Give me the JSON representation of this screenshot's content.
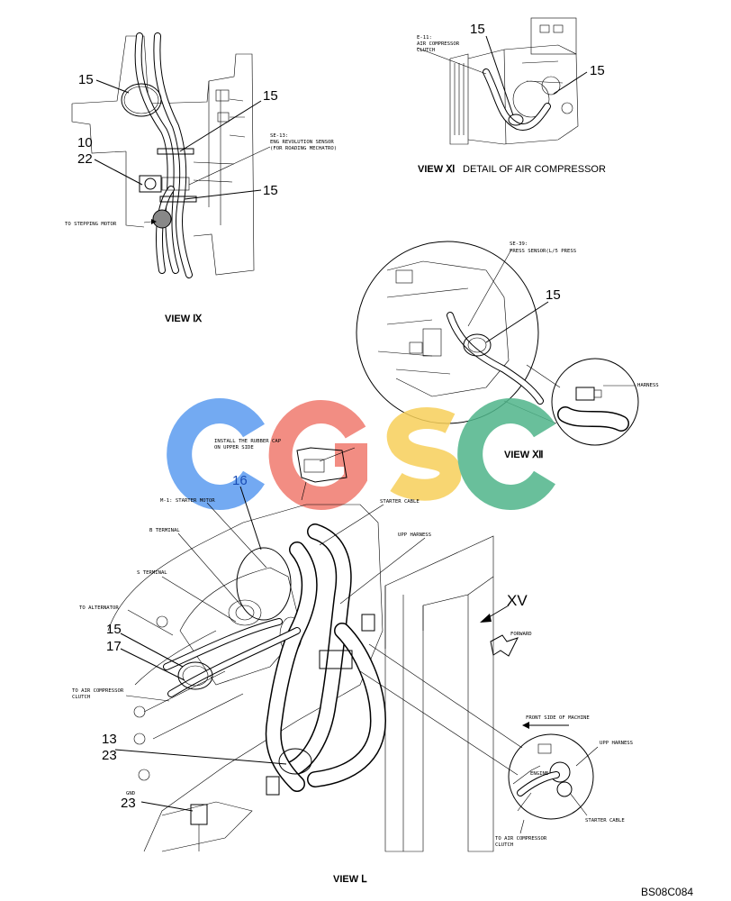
{
  "views": {
    "view_ix": {
      "title": "VIEW Ⅸ",
      "callouts": [
        "15",
        "15",
        "10",
        "22",
        "15"
      ],
      "notes": [
        "SE-13:",
        "ENG REVOLUTION SENSOR",
        "(FOR ROADING MECHATRO)",
        "TO STEPPING MOTOR"
      ]
    },
    "view_xi": {
      "title": "VIEW Ⅺ",
      "subtitle": "DETAIL OF AIR COMPRESSOR",
      "callouts": [
        "15",
        "15"
      ],
      "notes": [
        "E-11:",
        "AIR COMPRESSOR",
        "CLUTCH"
      ]
    },
    "view_xii": {
      "title": "VIEW Ⅻ",
      "callouts": [
        "15"
      ],
      "notes": [
        "SE-39:",
        "PRESS SENSOR(L/5 PRESS",
        "HARNESS"
      ]
    },
    "view_xiii": {
      "title": "VIEW Ⅼ",
      "callouts": [
        "16",
        "15",
        "17",
        "13",
        "23",
        "23"
      ],
      "xv_label": "XV",
      "notes": {
        "rubber_cap_1": "INSTALL THE RUBBER CAP",
        "rubber_cap_2": "ON UPPER SIDE",
        "starter_motor": "M-1: STARTER MOTOR",
        "b_terminal": "B TERMINAL",
        "s_terminal": "S TERMINAL",
        "to_alternator": "TO ALTERNATOR",
        "to_air_comp_1": "TO AIR COMPRESSOR",
        "to_air_comp_2": "CLUTCH",
        "gnd": "GND",
        "starter_cable": "STARTER CABLE",
        "upp_harness": "UPP HARNESS",
        "forward": "FORWARD"
      },
      "detail_notes": {
        "front_side": "FRONT SIDE OF MACHINE",
        "upp_harness": "UPP HARNESS",
        "engine": "ENGINE",
        "starter_cable": "STARTER CABLE",
        "to_air_comp_1": "TO AIR COMPRESSOR",
        "to_air_comp_2": "CLUTCH"
      }
    }
  },
  "watermark": {
    "letters": [
      "C",
      "G",
      "S",
      "C"
    ],
    "colors": [
      "#5b9bf0",
      "#f07a6e",
      "#f7d05a",
      "#4fb58a"
    ]
  },
  "figure_id": "BS08C084"
}
